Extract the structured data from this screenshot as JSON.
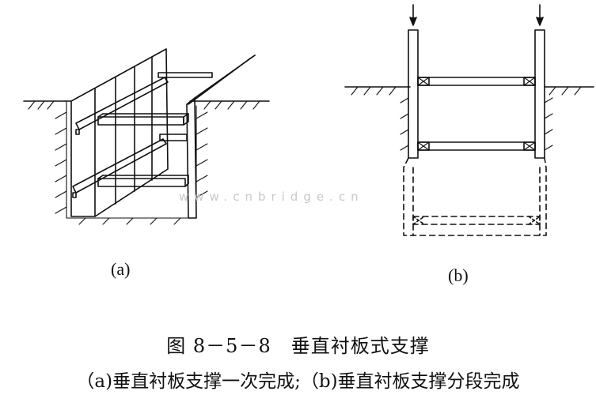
{
  "figure": {
    "label_a": "(a)",
    "label_b": "(b)",
    "title": "图 8－5－8　垂直衬板式支撑",
    "caption": "（a)垂直衬板支撑一次完成;（b)垂直衬板支撑分段完成",
    "watermark": "www.cnbridge.cn"
  }
}
